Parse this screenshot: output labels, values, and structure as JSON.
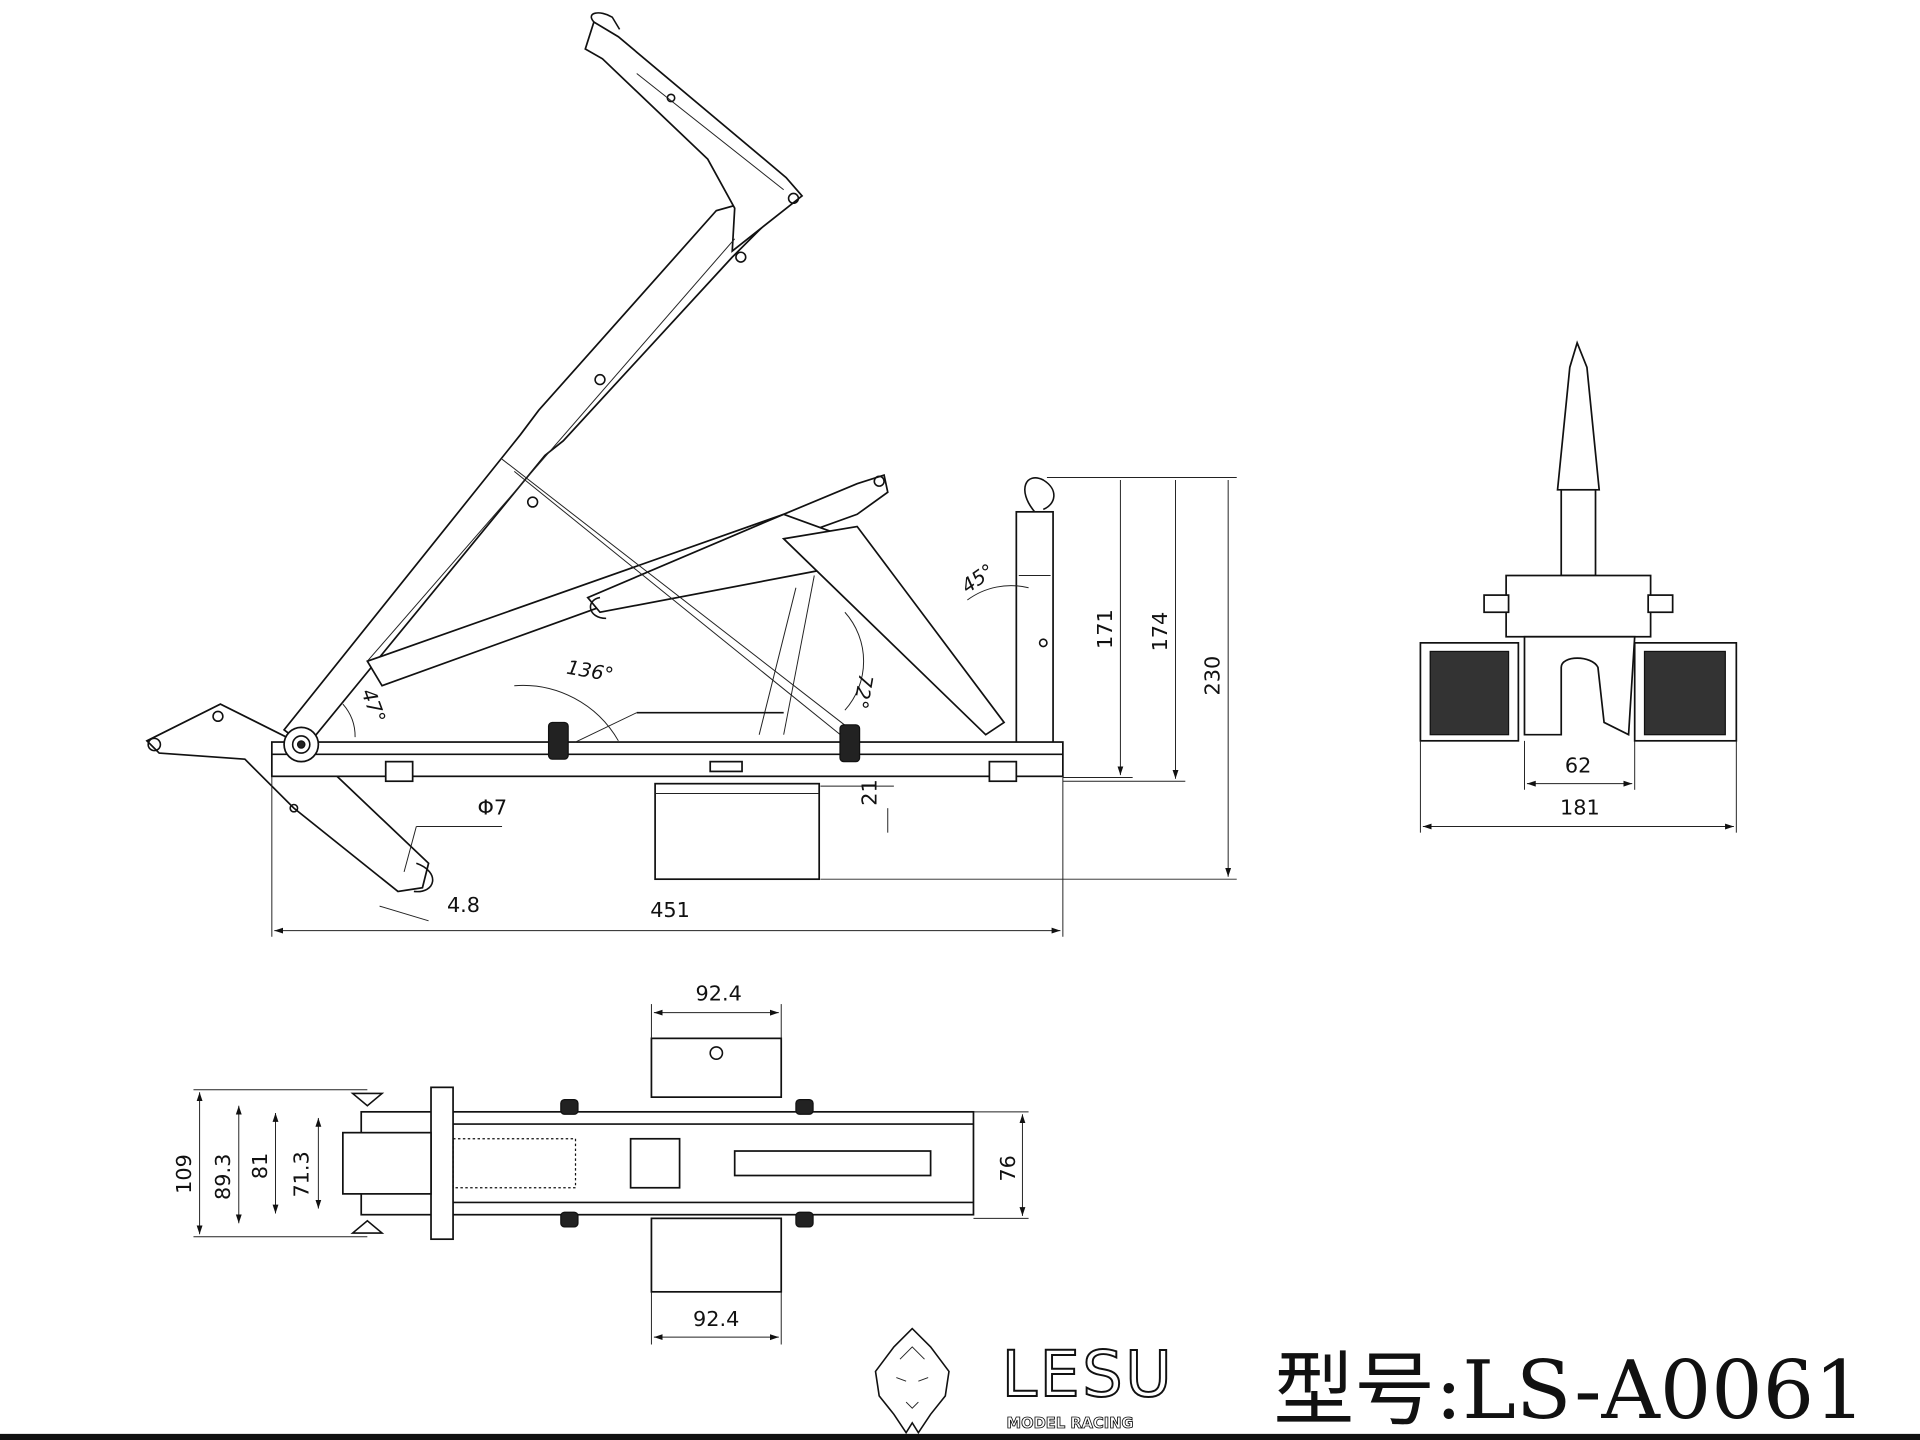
{
  "side_view": {
    "dimensions": {
      "height_171": "171",
      "height_174": "174",
      "height_230": "230",
      "length_451": "451",
      "offset_21": "21",
      "pin_4_8": "4.8",
      "hole_diameter": "Φ7"
    },
    "angles": {
      "a136": "136°",
      "a47": "47°",
      "a72": "72°",
      "a45": "45°"
    }
  },
  "rear_view": {
    "dimensions": {
      "inner_62": "62",
      "width_181": "181"
    }
  },
  "top_view": {
    "dimensions": {
      "plate_top_92_4": "92.4",
      "plate_bottom_92_4": "92.4",
      "w109": "109",
      "w89_3": "89.3",
      "w81": "81",
      "w71_3": "71.3",
      "w76": "76"
    }
  },
  "footer": {
    "brand": "LESU",
    "brand_sub": "MODEL RACING",
    "model_label": "型号:LS-A0061"
  },
  "colors": {
    "line": "#111111",
    "background": "#ffffff"
  }
}
